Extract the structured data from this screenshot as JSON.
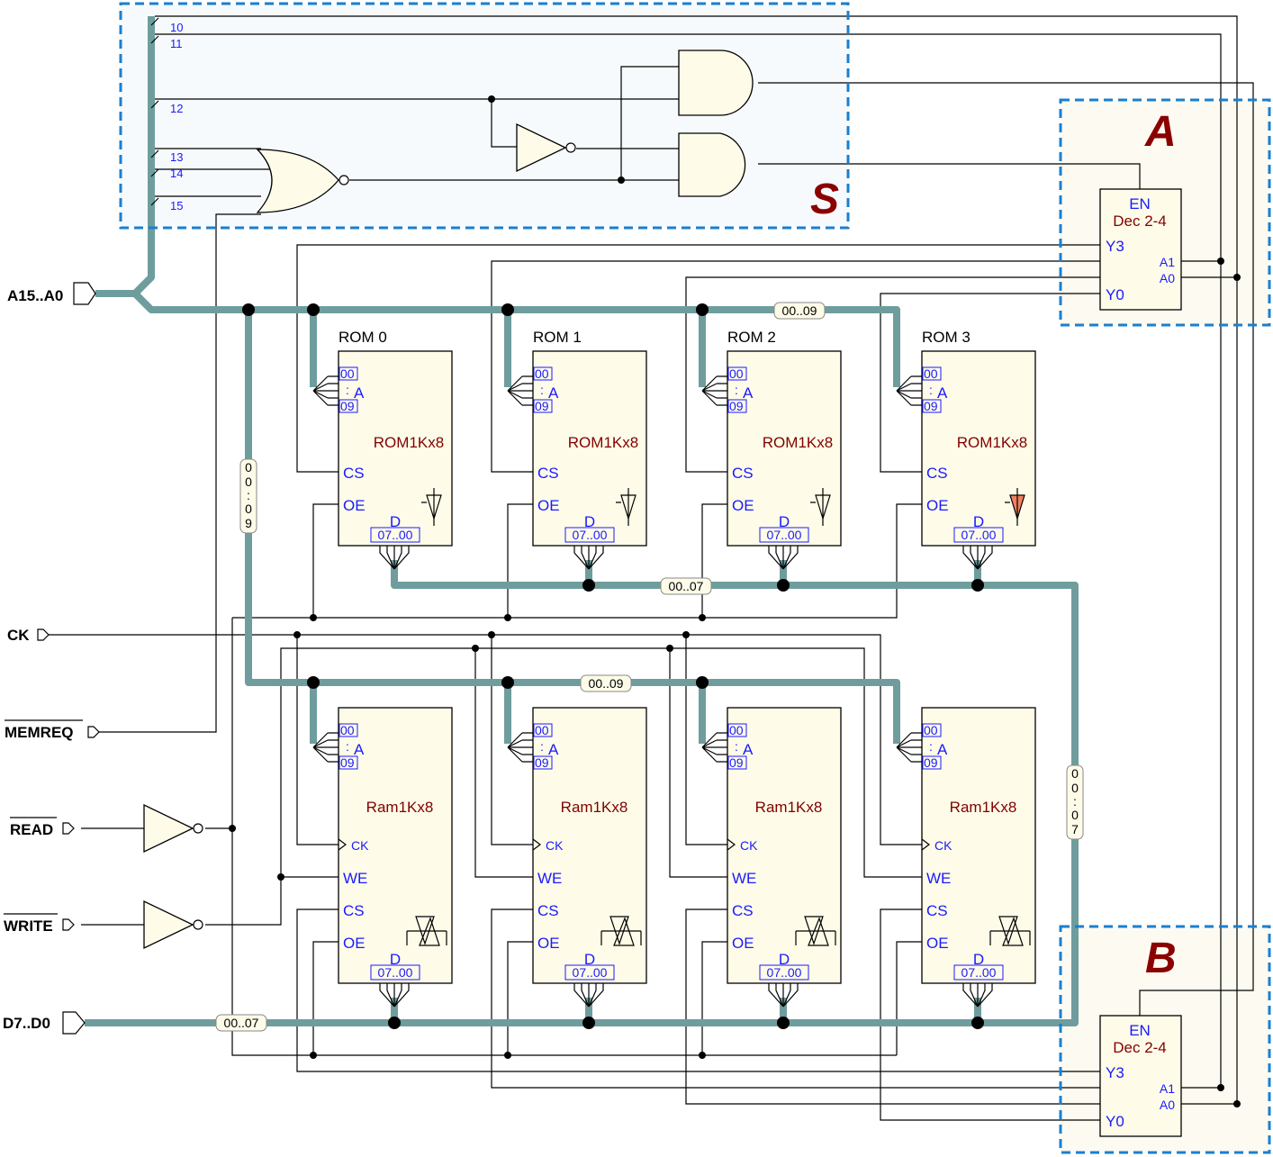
{
  "ports": {
    "address": "A15..A0",
    "clock": "CK",
    "memreq": "MEMREQ",
    "read": "READ",
    "write": "WRITE",
    "data": "D7..D0"
  },
  "regions": {
    "select": "S",
    "rom_decoder": "A",
    "ram_decoder": "B"
  },
  "address_taps": [
    "10",
    "11",
    "12",
    "13",
    "14",
    "15"
  ],
  "bus_labels": {
    "rom_addr": "00..09",
    "ram_addr": "00..09",
    "rom_data": "00..07",
    "data_in": "00..07",
    "vertical_addr": [
      "0",
      "0",
      ":",
      "0",
      "9"
    ],
    "vertical_data": [
      "0",
      "0",
      ":",
      "0",
      "7"
    ]
  },
  "decoder": {
    "en": "EN",
    "type": "Dec 2-4",
    "y3": "Y3",
    "y0": "Y0",
    "a1": "A1",
    "a0": "A0"
  },
  "rom_chips": [
    {
      "title": "ROM 0",
      "type": "ROM1Kx8"
    },
    {
      "title": "ROM 1",
      "type": "ROM1Kx8"
    },
    {
      "title": "ROM 2",
      "type": "ROM1Kx8"
    },
    {
      "title": "ROM 3",
      "type": "ROM1Kx8"
    }
  ],
  "ram_chips": [
    {
      "type": "Ram1Kx8"
    },
    {
      "type": "Ram1Kx8"
    },
    {
      "type": "Ram1Kx8"
    },
    {
      "type": "Ram1Kx8"
    }
  ],
  "chip_pins": {
    "a_lo": "00",
    "a_colon": ":",
    "a": "A",
    "a_hi": "09",
    "cs": "CS",
    "oe": "OE",
    "ck": "CK",
    "we": "WE",
    "d": "D",
    "d_range": "07..00"
  },
  "colors": {
    "bus": "#6f9d9d",
    "chip_fill": "#fefce8",
    "region_border": "#1a7fd0",
    "region_label": "#8b0000",
    "pin_text": "#1a1aff",
    "chip_type_text": "#800000",
    "active_driver": "#f08060"
  }
}
